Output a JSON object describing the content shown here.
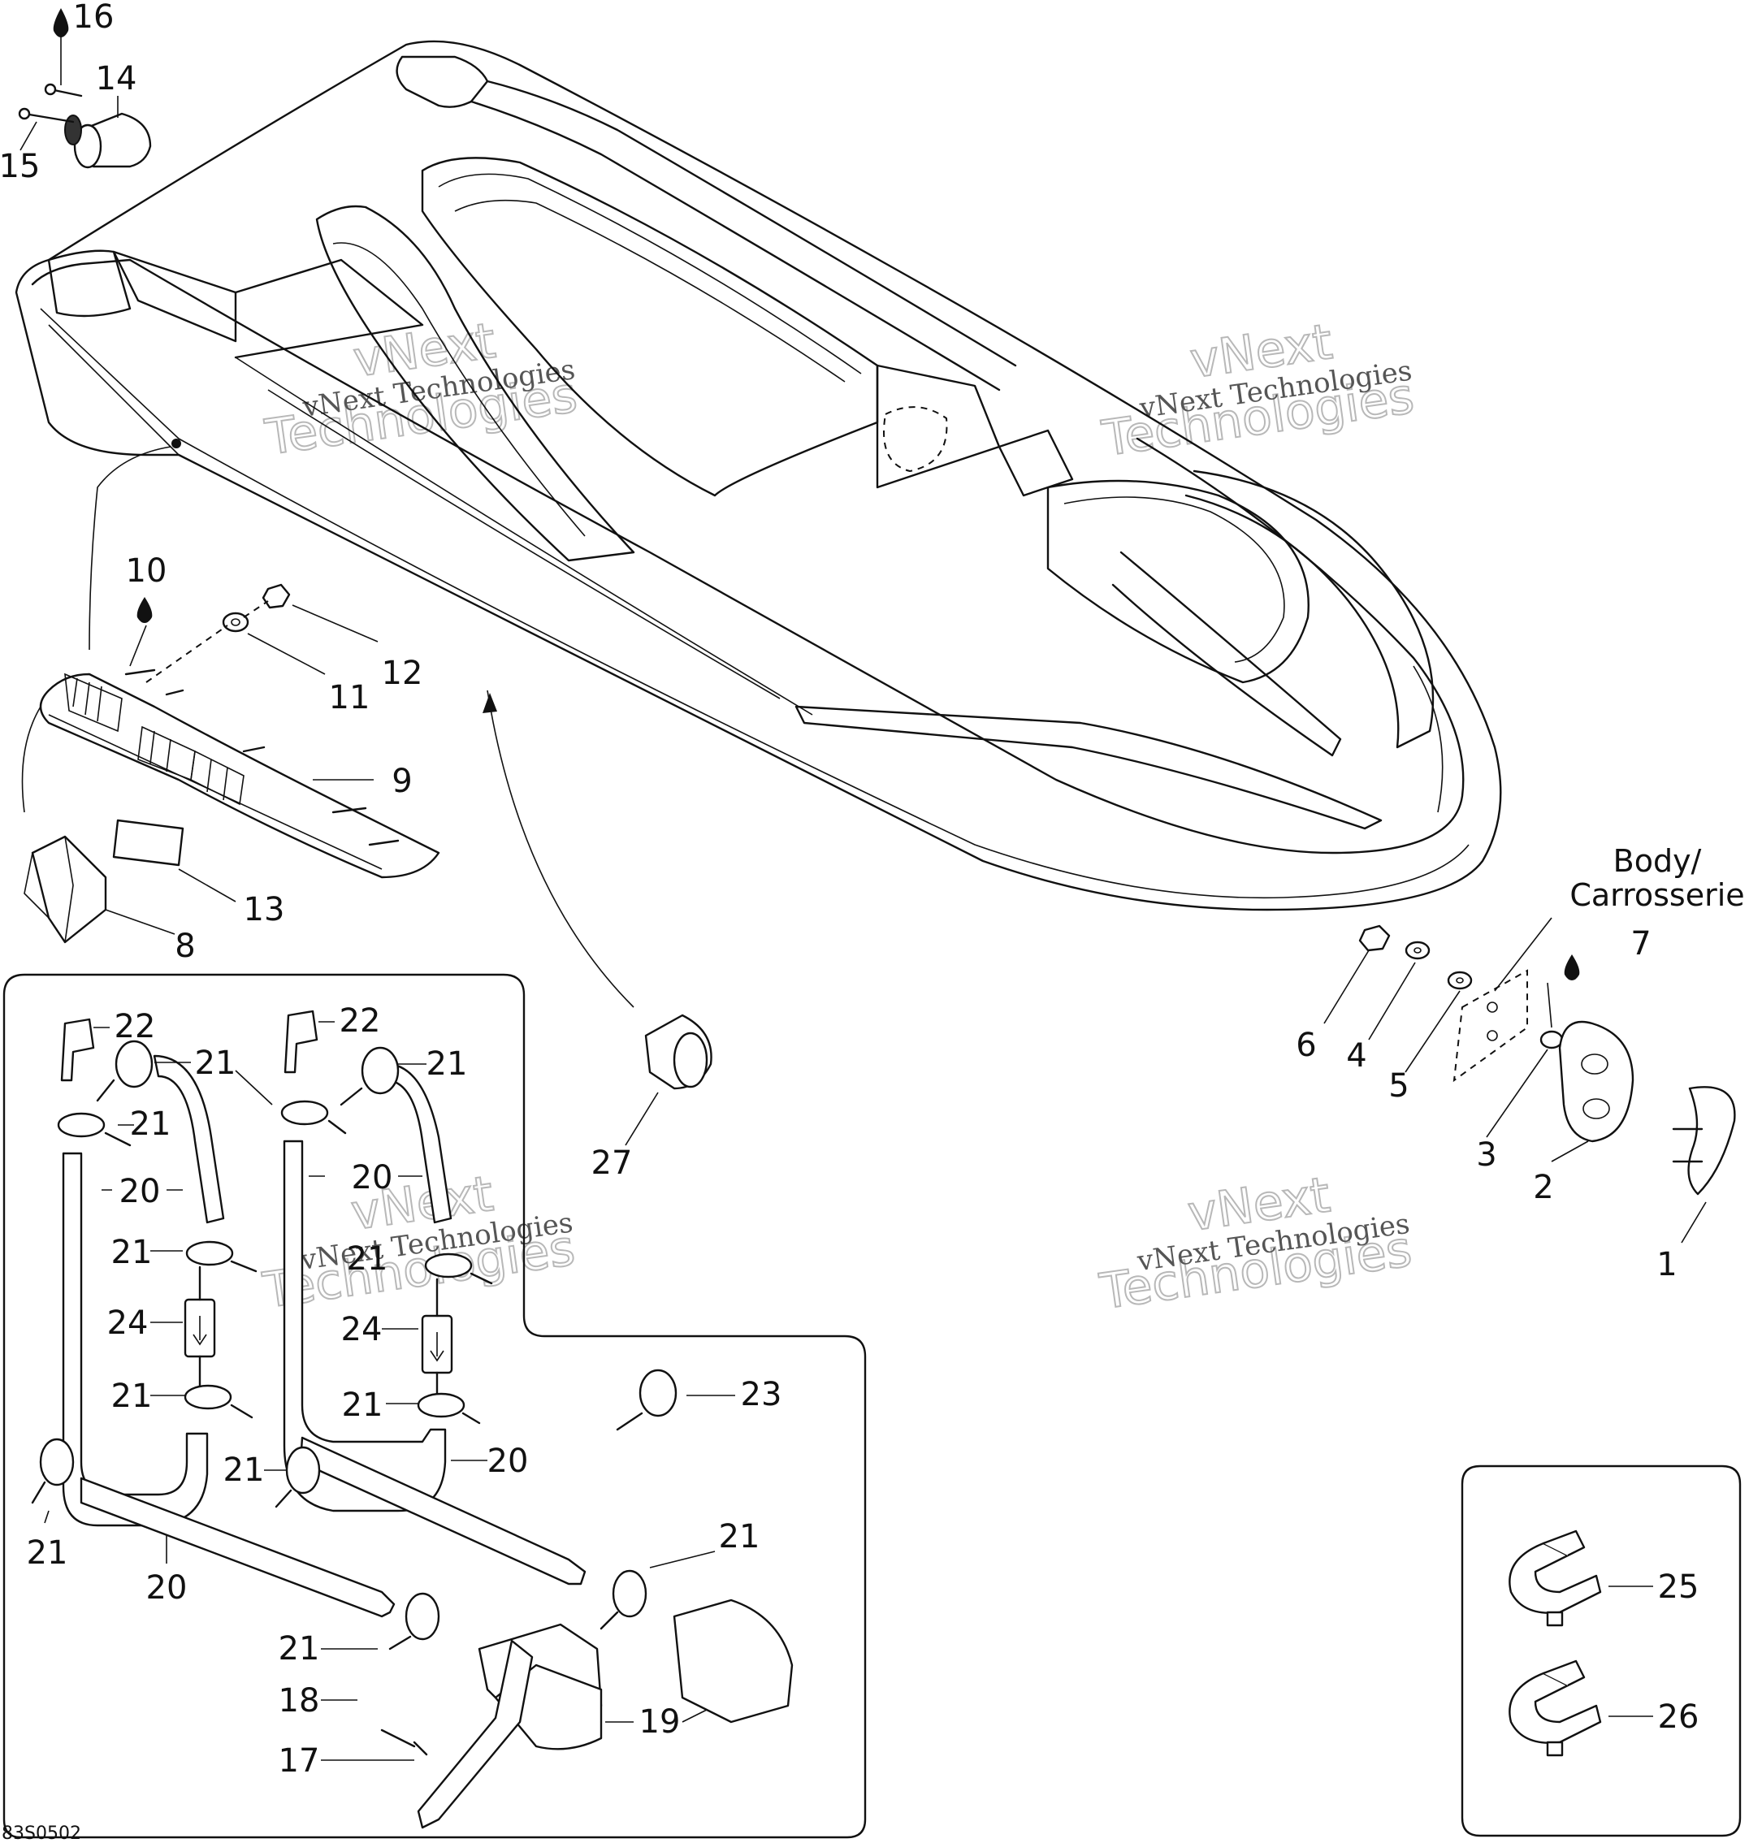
{
  "title": {
    "line1": "Body/",
    "line2": "Carrosserie"
  },
  "drawing_code": "83S0502",
  "watermarks": [
    {
      "line1": "vNext Technologies",
      "line2": "vNext",
      "line3": "Technologies"
    }
  ],
  "watermark_text": {
    "small": "vNext Technologies",
    "top": "vNext",
    "bottom": "Technologies"
  },
  "callouts": [
    {
      "id": "c1",
      "text": "1"
    },
    {
      "id": "c2",
      "text": "2"
    },
    {
      "id": "c3",
      "text": "3"
    },
    {
      "id": "c4",
      "text": "4"
    },
    {
      "id": "c5",
      "text": "5"
    },
    {
      "id": "c6",
      "text": "6"
    },
    {
      "id": "c7",
      "text": "7"
    },
    {
      "id": "c8",
      "text": "8"
    },
    {
      "id": "c9",
      "text": "9"
    },
    {
      "id": "c10",
      "text": "10"
    },
    {
      "id": "c11",
      "text": "11"
    },
    {
      "id": "c12",
      "text": "12"
    },
    {
      "id": "c13",
      "text": "13"
    },
    {
      "id": "c14",
      "text": "14"
    },
    {
      "id": "c15",
      "text": "15"
    },
    {
      "id": "c16",
      "text": "16"
    },
    {
      "id": "c17",
      "text": "17"
    },
    {
      "id": "c18",
      "text": "18"
    },
    {
      "id": "c19",
      "text": "19"
    },
    {
      "id": "c20",
      "text": "20"
    },
    {
      "id": "c21",
      "text": "21"
    },
    {
      "id": "c22",
      "text": "22"
    },
    {
      "id": "c23",
      "text": "23"
    },
    {
      "id": "c24",
      "text": "24"
    },
    {
      "id": "c25",
      "text": "25"
    },
    {
      "id": "c26",
      "text": "26"
    },
    {
      "id": "c27",
      "text": "27"
    }
  ],
  "icons": {
    "adhesive": "oil-drop-icon"
  }
}
